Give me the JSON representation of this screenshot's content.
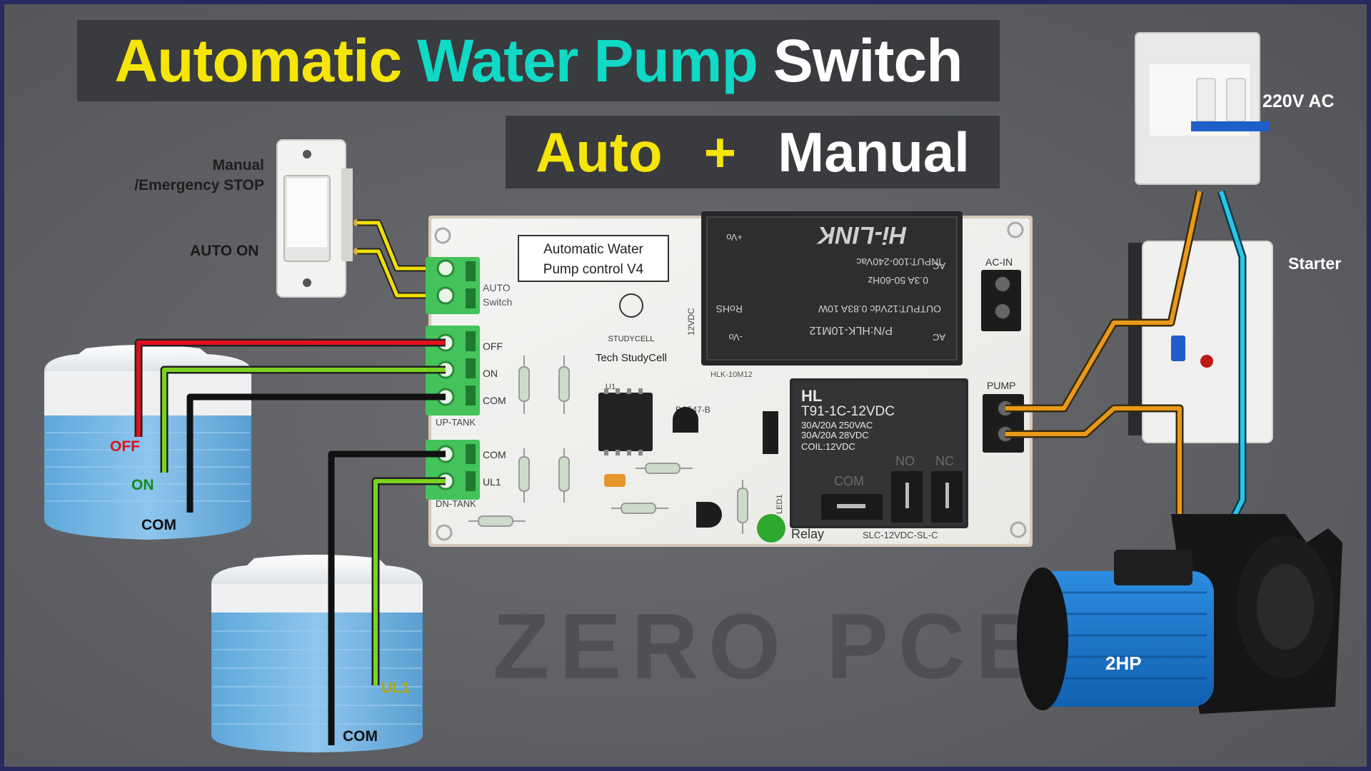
{
  "title": {
    "word1": "Automatic",
    "word2": "Water",
    "word3": "Pump",
    "word4": "Switch"
  },
  "mode": {
    "auto": "Auto",
    "plus": "+",
    "manual": "Manual"
  },
  "switch": {
    "label_manual": "Manual",
    "label_emergency": "/Emergency STOP",
    "label_auto_on": "AUTO ON"
  },
  "upper_tank": {
    "off": "OFF",
    "on": "ON",
    "com": "COM"
  },
  "lower_tank": {
    "ul1": "UL1",
    "com": "COM"
  },
  "pcb": {
    "title_line1": "Automatic Water",
    "title_line2": "Pump control V4",
    "brand": "Tech StudyCell",
    "brand_logo_text": "STUDYCELL",
    "auto_switch_line1": "AUTO",
    "auto_switch_line2": "Switch",
    "up_tank_label": "UP-TANK",
    "up_pins": [
      "OFF",
      "ON",
      "COM"
    ],
    "dn_tank_label": "DN-TANK",
    "dn_pins": [
      "COM",
      "UL1"
    ],
    "ac_in": "AC-IN",
    "pump": "PUMP",
    "transistor_label": "BC547-B",
    "led_label": "LED1",
    "relay_label": "Relay",
    "relay_part": "SLC-12VDC-SL-C",
    "ic_label": "U1"
  },
  "psu": {
    "brand": "Hi-LINK",
    "part": "P/N:HLK-10M12",
    "output": "OUTPUT:12Vdc 0.83A 10W",
    "input": "INPUT:100-240Vac",
    "freq": "0.3A 50-60Hz",
    "rohs": "RoHS",
    "vo_plus": "+Vo",
    "vo_minus": "-Vo",
    "ac": "AC",
    "label_12vdc": "12VDC",
    "footprint": "HLK-10M12"
  },
  "relay": {
    "brand": "HL",
    "model": "T91-1C-12VDC",
    "rating1": "30A/20A 250VAC",
    "rating2": "30A/20A 28VDC",
    "coil": "COIL:12VDC",
    "com": "COM",
    "no": "NO",
    "nc": "NC"
  },
  "mcb_label": "220V AC",
  "starter_label": "Starter",
  "motor_label": "2HP",
  "watermark": "ZERO PCB",
  "colors": {
    "yellow": "#f5e50a",
    "cyan": "#10d9c5",
    "white": "#ffffff",
    "wire_red": "#e3101a",
    "wire_green": "#7ad320",
    "wire_black": "#111111",
    "wire_orange": "#e89a18",
    "wire_cyan": "#28c6e8",
    "label_red": "#d9141c",
    "label_green": "#0e8a1a",
    "label_olive": "#b2a60a"
  }
}
